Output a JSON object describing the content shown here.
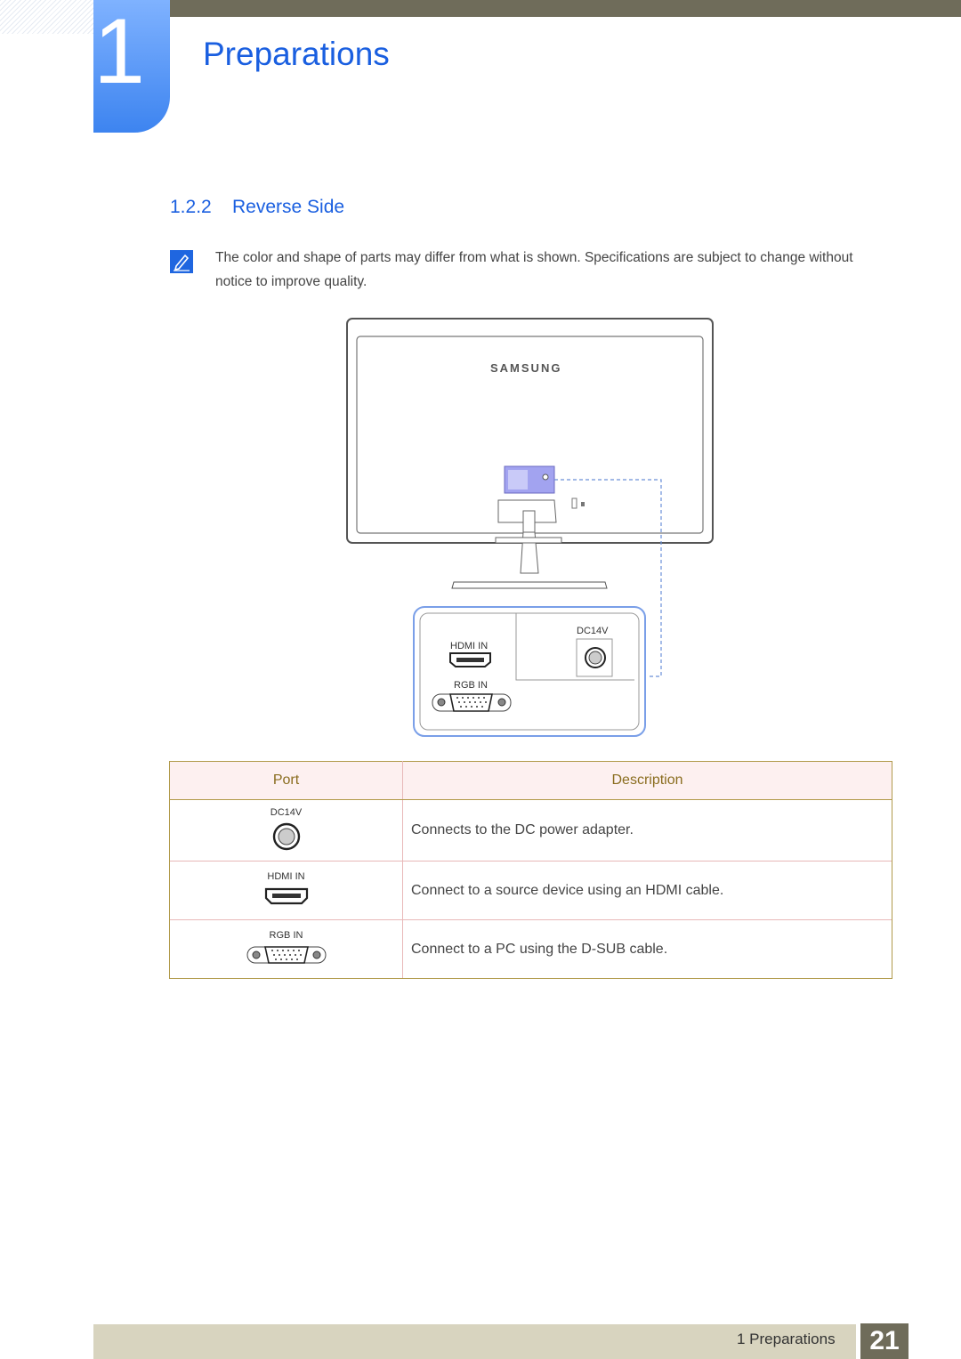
{
  "header": {
    "chapter_number": "1",
    "chapter_title": "Preparations"
  },
  "section": {
    "number": "1.2.2",
    "title": "Reverse Side"
  },
  "note": {
    "icon": "note-pencil-icon",
    "text": "The color and shape of parts may differ from what is shown. Specifications are subject to change without notice to improve quality."
  },
  "figure": {
    "brand": "SAMSUNG",
    "dc_label": "DC14V",
    "hdmi_label": "HDMI IN",
    "rgb_label": "RGB IN"
  },
  "table": {
    "headers": {
      "port": "Port",
      "description": "Description"
    },
    "rows": [
      {
        "port": "DC14V",
        "icon": "dc-power-jack-icon",
        "description": "Connects to the DC power adapter."
      },
      {
        "port": "HDMI IN",
        "icon": "hdmi-port-icon",
        "description": "Connect to a source device using an HDMI cable."
      },
      {
        "port": "RGB IN",
        "icon": "vga-port-icon",
        "description": "Connect to a PC using the D-SUB cable."
      }
    ]
  },
  "footer": {
    "label": "1 Preparations",
    "page": "21"
  },
  "colors": {
    "accent_blue": "#1a5fe0",
    "bar_olive": "#6f6c5a",
    "table_header_text": "#8a6d1f"
  }
}
